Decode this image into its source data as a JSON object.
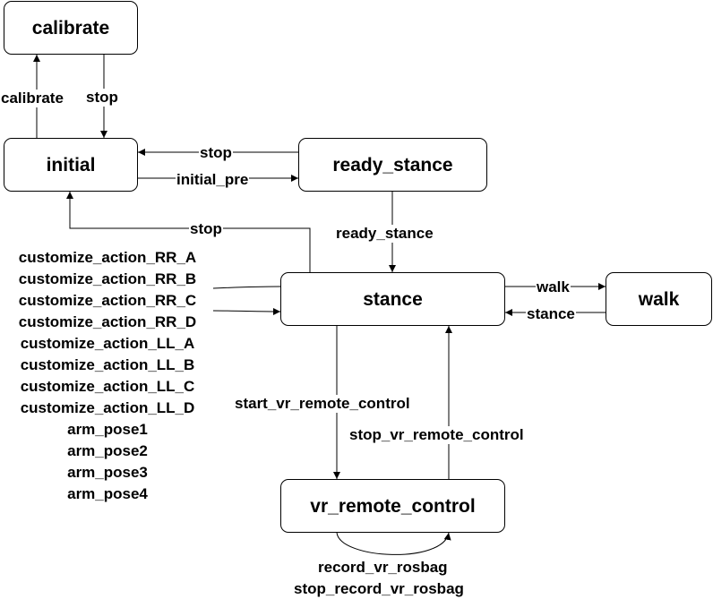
{
  "states": {
    "calibrate": "calibrate",
    "initial": "initial",
    "ready_stance": "ready_stance",
    "stance": "stance",
    "walk": "walk",
    "vr_remote_control": "vr_remote_control"
  },
  "transitions": {
    "initial_to_calibrate": "calibrate",
    "calibrate_to_initial": "stop",
    "ready_to_initial": "stop",
    "initial_to_ready": "initial_pre",
    "stance_to_initial": "stop",
    "ready_to_stance": "ready_stance",
    "stance_to_walk": "walk",
    "walk_to_stance": "stance",
    "stance_to_vr": "start_vr_remote_control",
    "vr_to_stance": "stop_vr_remote_control",
    "vr_self_loop": [
      "record_vr_rosbag",
      "stop_record_vr_rosbag"
    ]
  },
  "customize_actions": [
    "customize_action_RR_A",
    "customize_action_RR_B",
    "customize_action_RR_C",
    "customize_action_RR_D",
    "customize_action_LL_A",
    "customize_action_LL_B",
    "customize_action_LL_C",
    "customize_action_LL_D",
    "arm_pose1",
    "arm_pose2",
    "arm_pose3",
    "arm_pose4"
  ]
}
